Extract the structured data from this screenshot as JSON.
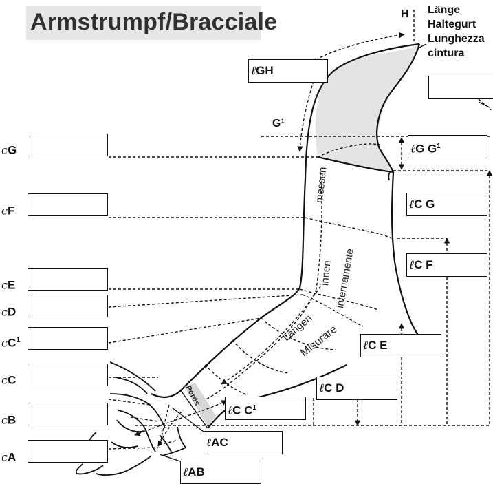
{
  "title": "Armstrumpf/Bracciale",
  "point_h": "H",
  "point_g1": "G¹",
  "halt_label": [
    "Länge",
    "Haltegurt",
    "Lunghezza",
    "cintura"
  ],
  "circumference_prefix": "c",
  "length_prefix": "ℓ",
  "circumferences": [
    {
      "letter": "G",
      "sup": ""
    },
    {
      "letter": "F",
      "sup": ""
    },
    {
      "letter": "E",
      "sup": ""
    },
    {
      "letter": "D",
      "sup": ""
    },
    {
      "letter": "C",
      "sup": "1"
    },
    {
      "letter": "C",
      "sup": ""
    },
    {
      "letter": "B",
      "sup": ""
    },
    {
      "letter": "A",
      "sup": ""
    }
  ],
  "lengths": {
    "gh": "GH",
    "gg1": "G G",
    "gg1_sup": "1",
    "cg": "C G",
    "cf": "C F",
    "ce": "C E",
    "cd": "C D",
    "cc1": "C C",
    "cc1_sup": "1",
    "ac": "AC",
    "ab": "AB"
  },
  "inner_text": {
    "messen": "messen",
    "innen": "innen",
    "internamente": "internamente",
    "laengen": "Längen",
    "misurare": "Misurare",
    "poros": "Porös"
  }
}
